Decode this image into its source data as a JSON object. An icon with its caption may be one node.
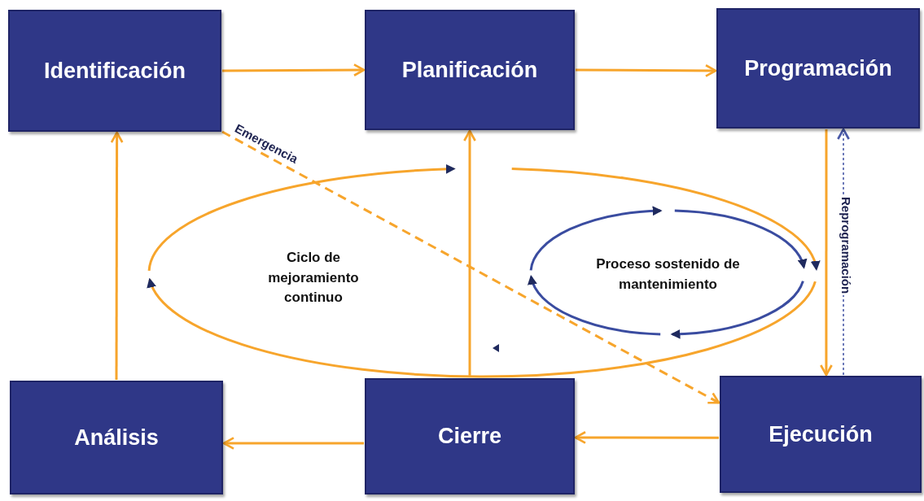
{
  "diagram": {
    "nodes": [
      {
        "text": [
          "Identificación"
        ]
      },
      {
        "text": [
          "Planificación"
        ]
      },
      {
        "text": [
          "Programación"
        ]
      },
      {
        "text": [
          "Análisis"
        ]
      },
      {
        "text": [
          "Cierre"
        ]
      },
      {
        "text": [
          "Ejecución"
        ]
      }
    ],
    "edges": [
      {
        "from": 0,
        "to": 1,
        "arrow": "to"
      },
      {
        "from": 1,
        "to": 2,
        "arrow": "to"
      },
      {
        "from": 2,
        "to": 5,
        "arrow": "to"
      },
      {
        "from": 5,
        "to": 2,
        "arrow": "to",
        "label": "Reprogramación",
        "style": "dashed",
        "color": "#4a5aa8"
      },
      {
        "from": 5,
        "to": 4,
        "arrow": "to"
      },
      {
        "from": 4,
        "to": 3,
        "arrow": "to"
      },
      {
        "from": 3,
        "to": 0,
        "arrow": "to"
      },
      {
        "from": 4,
        "to": 1,
        "arrow": "to"
      },
      {
        "from": 0,
        "to": 5,
        "arrow": "to",
        "label": "Emergencia",
        "style": "dashed"
      }
    ],
    "labels": [
      "Ciclo de mejoramiento continuo",
      "Proceso sostenido de mantenimiento"
    ]
  }
}
